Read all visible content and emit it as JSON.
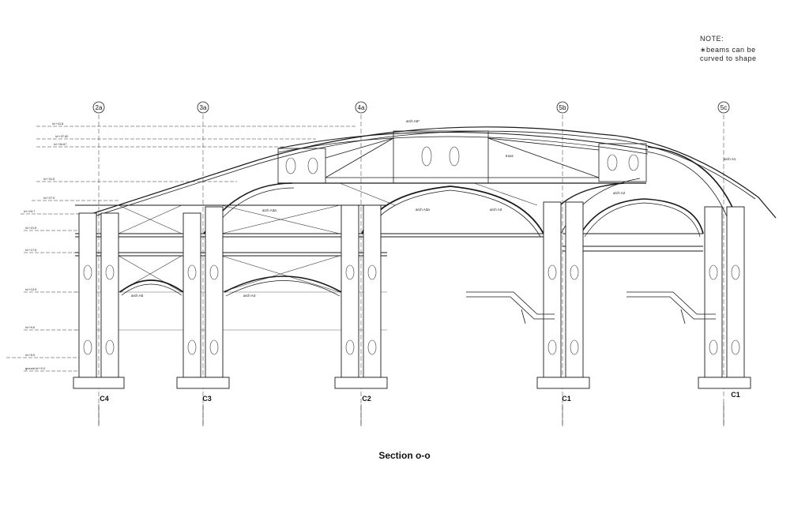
{
  "note": {
    "heading": "NOTE:",
    "lines": [
      "∗beams can be",
      "curved to shape"
    ]
  },
  "title": "Section o-o",
  "grid_bubbles": [
    "2a",
    "3a",
    "4a",
    "5b",
    "5c"
  ],
  "column_labels": [
    "C4",
    "C3",
    "C2",
    "C1",
    "C1"
  ],
  "arch_labels": [
    "arch A5",
    "arch A4",
    "arch A3a",
    "arch A3a",
    "arch A3",
    "arch A2",
    "arch A1",
    "arch A6*",
    "truss"
  ],
  "level_labels": [
    "lvl +41.8",
    "lvl +37.60",
    "lvl +34.67",
    "lvl +31.5",
    "lvl +27.9",
    "lvl +24.7",
    "lvl +21.5",
    "lvl +17.6",
    "lvl +13.9",
    "lvl +9.6",
    "lvl +5.5",
    "ground lvl +0.0"
  ],
  "colors": {
    "line": "#1a1a1a",
    "light": "#9a9a9a",
    "fill": "#ffffff"
  }
}
